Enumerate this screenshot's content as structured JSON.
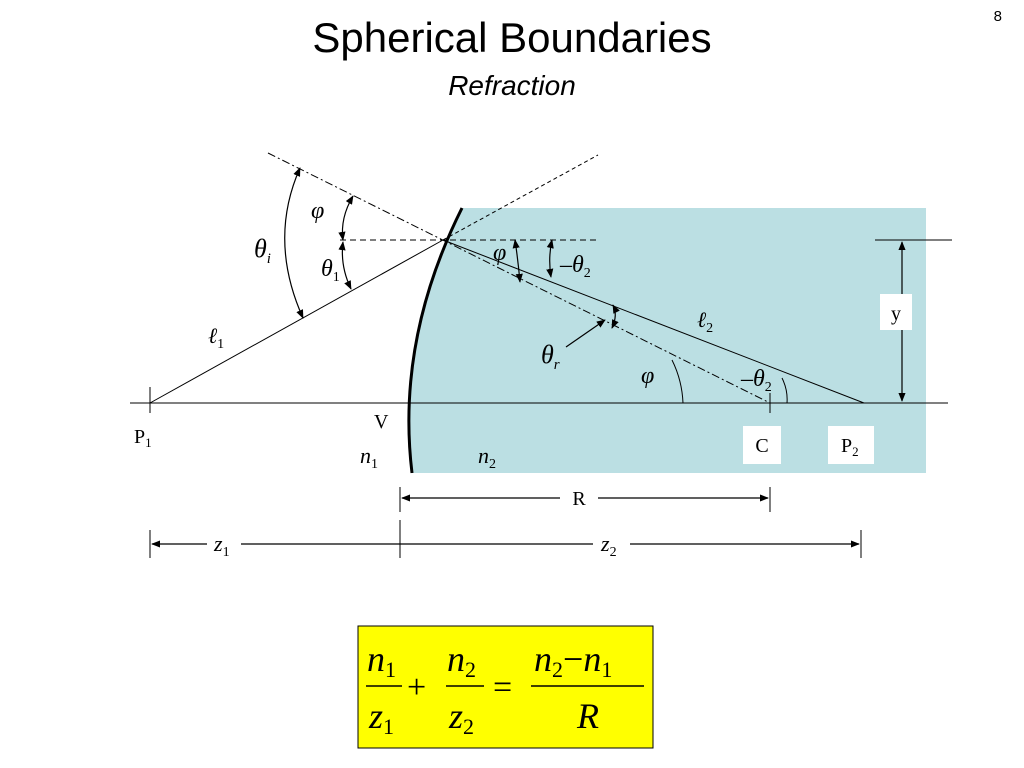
{
  "slide": {
    "number": "8",
    "title": "Spherical Boundaries",
    "subtitle": "Refraction"
  },
  "colors": {
    "medium2": "#bbdfe3",
    "formula_bg": "#ffff00",
    "line": "#000000"
  },
  "labels": {
    "phi": "φ",
    "theta": "θ",
    "minus": "–",
    "sub_i": "i",
    "sub_r": "r",
    "one": "1",
    "two": "2",
    "ell": "ℓ",
    "P": "P",
    "V": "V",
    "C": "C",
    "R": "R",
    "y": "y",
    "n": "n",
    "z": "z"
  },
  "formula": {
    "n": "n",
    "z": "z",
    "R": "R",
    "sub1": "1",
    "sub2": "2",
    "plus": "+",
    "equals": "=",
    "minus": "−"
  }
}
